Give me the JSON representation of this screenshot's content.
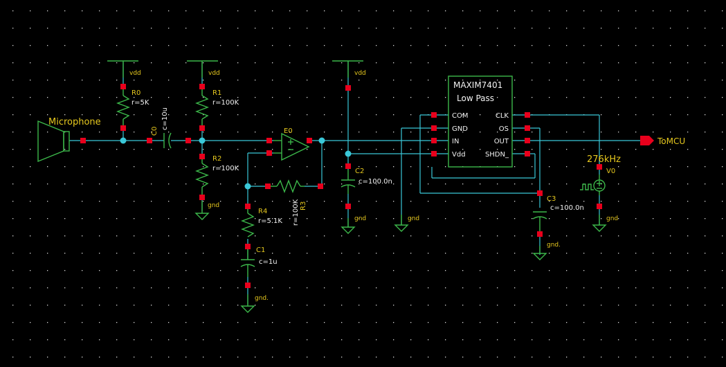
{
  "schematic": {
    "microphone": {
      "label": "Microphone"
    },
    "supplies": {
      "vdd": "vdd",
      "gnd": "gnd",
      "gnd_dot": "gnd."
    },
    "resistors": [
      {
        "name": "R0",
        "value": "r=5K"
      },
      {
        "name": "R1",
        "value": "r=100K"
      },
      {
        "name": "R2",
        "value": "r=100K"
      },
      {
        "name": "R3",
        "value": "r=100K"
      },
      {
        "name": "R4",
        "value": "r=5.1K"
      }
    ],
    "capacitors": [
      {
        "name": "C0",
        "value": "c=10u"
      },
      {
        "name": "C1",
        "value": "c=1u"
      },
      {
        "name": "C2",
        "value": "c=100.0n"
      },
      {
        "name": "C3",
        "value": "c=100.0n"
      }
    ],
    "opamp": {
      "name": "E0"
    },
    "chip": {
      "title": "MAXIM7401",
      "subtitle": "Low Pass",
      "left_pins": [
        "COM",
        "GND",
        "IN",
        "Vdd"
      ],
      "right_pins": [
        "CLK",
        "OS",
        "OUT",
        "SHDN_"
      ]
    },
    "source": {
      "name": "V0",
      "frequency": "276kHz"
    },
    "output_port": {
      "label": "ToMCU"
    }
  },
  "colors": {
    "background": "#000000",
    "wire": "#3ac8d8",
    "component": "#3cb84a",
    "pin": "#e8001c",
    "label": "#e6c81e",
    "text": "#f2f2f2"
  }
}
